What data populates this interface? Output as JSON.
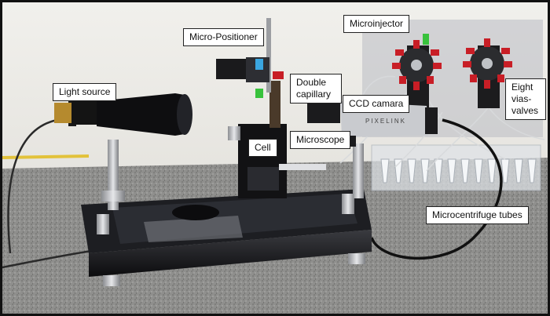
{
  "labels": {
    "light_source": "Light source",
    "micro_positioner": "Micro-Positioner",
    "microinjector": "Microinjector",
    "double_capillary": "Double capillary",
    "ccd_camera": "CCD camara",
    "eight_vias_valves": "Eight vias-valves",
    "cell": "Cell",
    "microscope": "Microscope",
    "microcentrifuge_tubes": "Microcentrifuge tubes"
  },
  "camera_brand": "PIXELINK",
  "colors": {
    "frame": "#111111",
    "label_bg": "#ffffff",
    "wall": "#ecebe7",
    "granite": "#8e8e8c",
    "base": "#141416",
    "valve_caps": "#c81e26",
    "green_cap": "#38c23c",
    "blue_cap": "#3aa6e0",
    "lens_ring": "#b58a2e"
  }
}
